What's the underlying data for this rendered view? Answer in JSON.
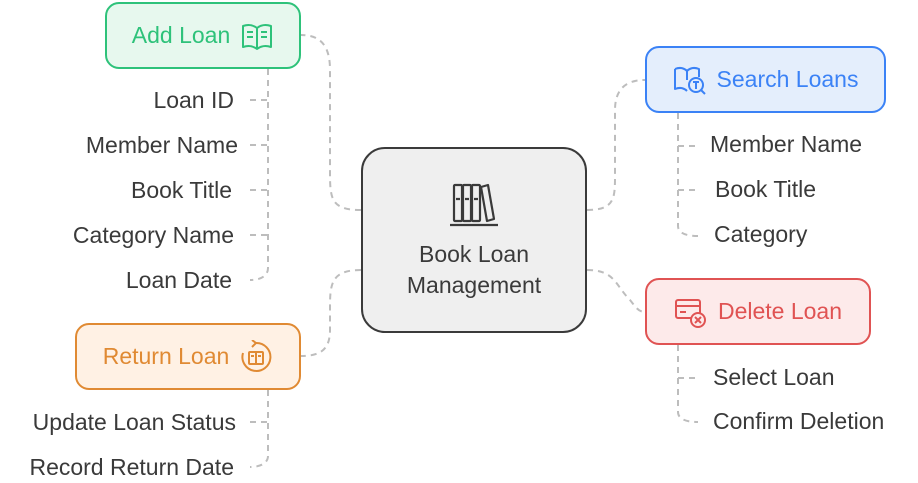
{
  "center": {
    "line1": "Book Loan",
    "line2": "Management"
  },
  "branches": {
    "add_loan": {
      "label": "Add Loan",
      "icon": "book-icon",
      "color": "#2ec27a",
      "items": [
        "Loan ID",
        "Member Name",
        "Book Title",
        "Category Name",
        "Loan Date"
      ]
    },
    "search_loans": {
      "label": "Search Loans",
      "icon": "book-search-icon",
      "color": "#3b82f6",
      "items": [
        "Member Name",
        "Book Title",
        "Category"
      ]
    },
    "delete_loan": {
      "label": "Delete Loan",
      "icon": "card-delete-icon",
      "color": "#e05353",
      "items": [
        "Select Loan",
        "Confirm Deletion"
      ]
    },
    "return_loan": {
      "label": "Return Loan",
      "icon": "book-return-icon",
      "color": "#e08a33",
      "items": [
        "Update Loan Status",
        "Record Return Date"
      ]
    }
  }
}
